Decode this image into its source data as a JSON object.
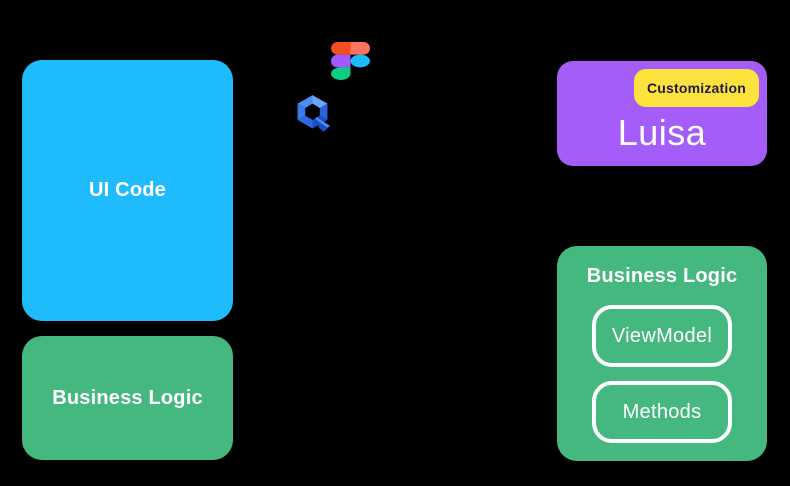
{
  "canvas": {
    "background": "#000000"
  },
  "left_column": {
    "ui_code_box": {
      "label": "UI Code",
      "bg": "#1EBCFC",
      "text_color": "#FFFFFF"
    },
    "business_logic_box": {
      "label": "Business Logic",
      "bg": "#45B87F",
      "text_color": "#FFFFFF"
    }
  },
  "center_logos": {
    "figma_icon": {
      "name": "figma-logo",
      "colors": {
        "top_left": "#F24E1E",
        "top_right": "#FF7262",
        "mid_left": "#A259FF",
        "mid_right": "#1ABCFE",
        "bottom": "#0ACF83"
      }
    },
    "qml_icon": {
      "name": "qml-q-logo",
      "color": "#2E6ADF"
    }
  },
  "right_column": {
    "luisa_box": {
      "label": "Luisa",
      "bg": "#A45DF8",
      "text_color": "#FFFFFF",
      "badge": {
        "label": "Customization",
        "bg": "#FBE23C",
        "text_color": "#221A3D"
      }
    },
    "business_logic_box": {
      "title": "Business Logic",
      "bg": "#45B87F",
      "outline_color": "#FFFFFF",
      "items": [
        {
          "label": "ViewModel"
        },
        {
          "label": "Methods"
        }
      ]
    }
  }
}
